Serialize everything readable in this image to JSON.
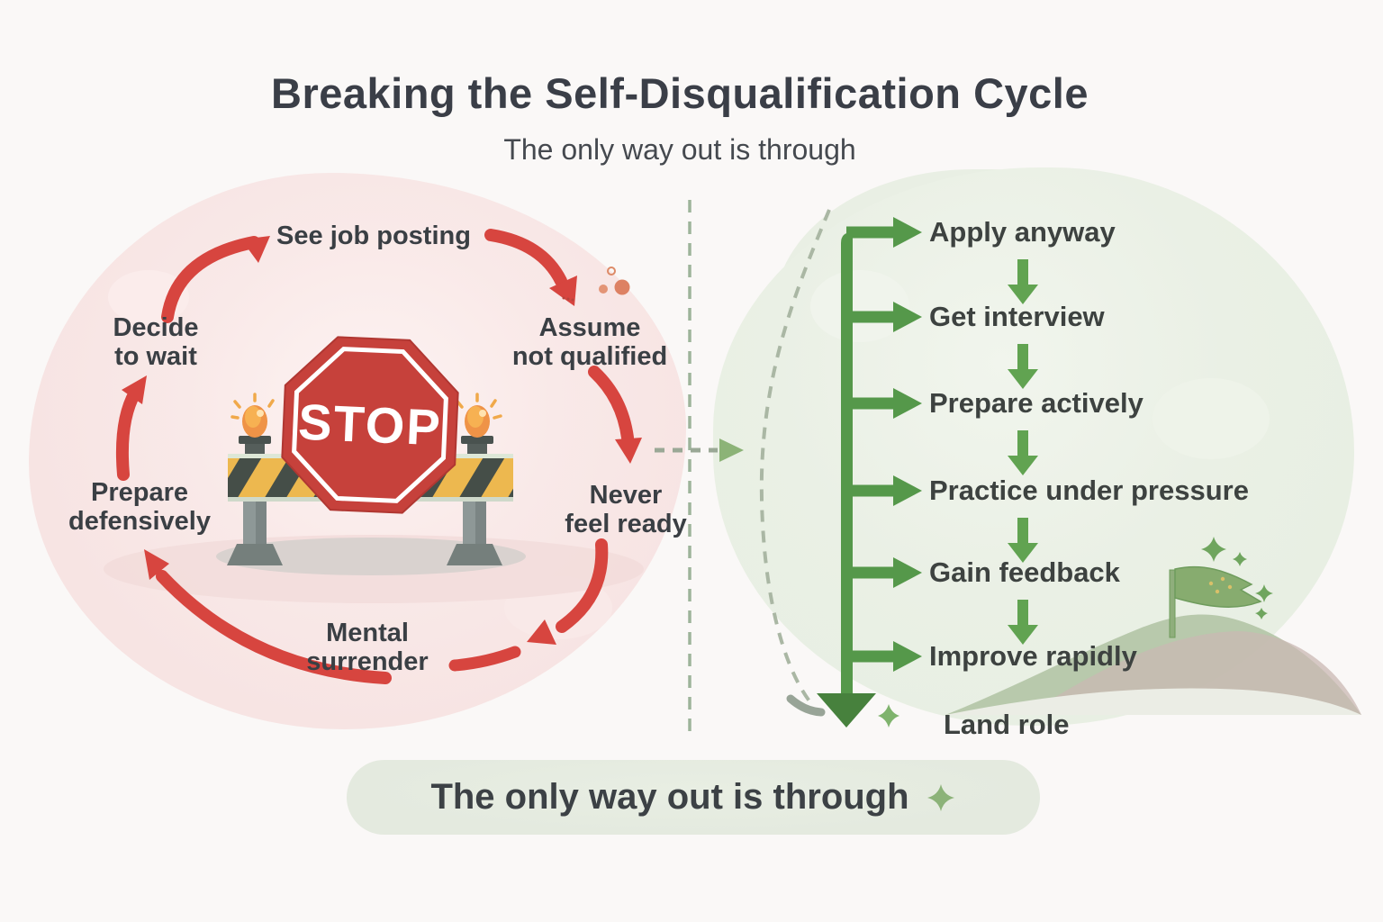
{
  "page": {
    "title": "Breaking the Self-Disqualification Cycle",
    "subtitle": "The only way out is through"
  },
  "cycle": {
    "see_job_posting": "See job posting",
    "assume_line1": "Assume",
    "assume_line2": "not qualified",
    "never_line1": "Never",
    "never_line2": "feel ready",
    "mental_line1": "Mental",
    "mental_line2": "surrender",
    "prepare_line1": "Prepare",
    "prepare_line2": "defensively",
    "decide_line1": "Decide",
    "decide_line2": "to wait",
    "stop_sign": "STOP"
  },
  "flow": {
    "steps": [
      "Apply anyway",
      "Get interview",
      "Prepare actively",
      "Practice under pressure",
      "Gain feedback",
      "Improve rapidly"
    ],
    "final_step": "Land role"
  },
  "footer": {
    "tagline": "The only way out is through"
  },
  "colors": {
    "cycle_red": "#d7453f",
    "stop_red": "#c6413b",
    "flow_green": "#55984a",
    "deep_green": "#47813d",
    "pink_blob": "#f7e4e3",
    "green_blob": "#e8efe3",
    "pill_bg": "#e4eadf",
    "barrier_yellow": "#edb84f",
    "barrier_dark": "#454e48",
    "text": "#3a3f44"
  }
}
